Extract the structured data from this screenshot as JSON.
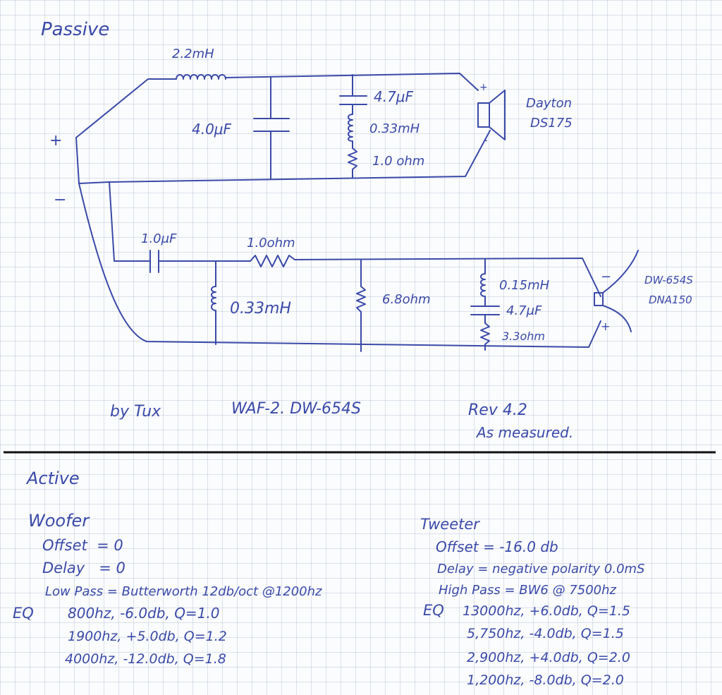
{
  "passive": {
    "title": "Passive",
    "plus": "+",
    "minus": "−",
    "tweeter": {
      "inductor": "2.2mH",
      "shunt_cap": "4.0μF",
      "notch_cap": "4.7μF",
      "notch_inductor": "0.33mH",
      "notch_resistor": "1.0 ohm",
      "driver_name": "Dayton",
      "driver_model": "DS175",
      "plus": "+",
      "minus": "-"
    },
    "woofer": {
      "cap": "1.0μF",
      "resistor": "1.0ohm",
      "shunt_inductor": "0.33mH",
      "shunt_resistor": "6.8ohm",
      "zobel_inductor": "0.15mH",
      "zobel_cap": "4.7μF",
      "zobel_resistor": "3.3ohm",
      "driver_model": "DW-654S",
      "driver_amp": "DNA150",
      "plus": "+",
      "minus": "−"
    },
    "footer": {
      "author": "by Tux",
      "project": "WAF-2. DW-654S",
      "revision": "Rev 4.2",
      "note": "As measured."
    }
  },
  "active": {
    "title": "Active",
    "woofer": {
      "title": "Woofer",
      "offset": "Offset  = 0",
      "delay": "Delay   = 0",
      "low_pass": "Low Pass = Butterworth 12db/oct @1200hz",
      "eq_label": "EQ",
      "eq": [
        "800hz, -6.0db, Q=1.0",
        "1900hz, +5.0db, Q=1.2",
        "4000hz, -12.0db, Q=1.8"
      ]
    },
    "tweeter": {
      "title": "Tweeter",
      "offset": "Offset = -16.0 db",
      "delay": "Delay = negative polarity 0.0mS",
      "high_pass": "High Pass = BW6 @ 7500hz",
      "eq_label": "EQ",
      "eq": [
        "13000hz, +6.0db, Q=1.5",
        "5,750hz, -4.0db, Q=1.5",
        "2,900hz, +4.0db, Q=2.0",
        "1,200hz, -8.0db, Q=2.0"
      ]
    }
  }
}
